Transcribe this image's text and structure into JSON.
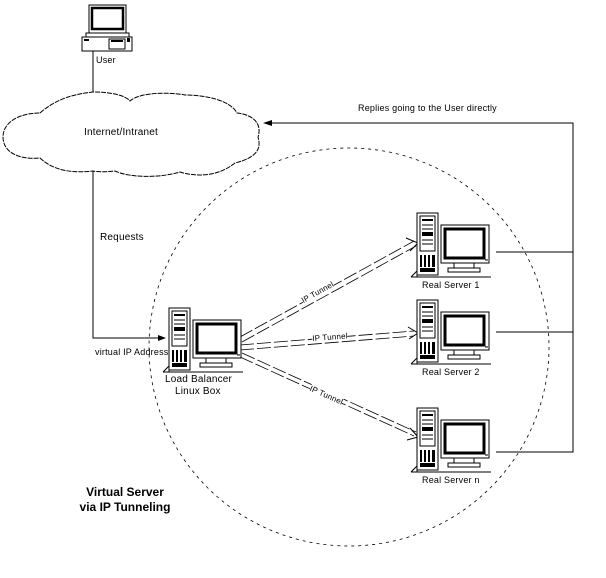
{
  "diagram": {
    "title_line1": "Virtual Server",
    "title_line2": "via IP Tunneling",
    "nodes": {
      "user": {
        "label": "User",
        "icon": "desktop-computer-icon"
      },
      "internet": {
        "label": "Internet/Intranet",
        "icon": "cloud-icon"
      },
      "load_balancer": {
        "label_line1": "Load Balancer",
        "label_line2": "Linux Box",
        "icon": "tower-workstation-icon"
      },
      "servers": [
        {
          "label": "Real Server 1",
          "icon": "tower-workstation-icon"
        },
        {
          "label": "Real Server 2",
          "icon": "tower-workstation-icon"
        },
        {
          "label": "Real Server n",
          "icon": "tower-workstation-icon"
        }
      ]
    },
    "edges": {
      "requests": "Requests",
      "virtual_ip": "virtual IP Address",
      "replies": "Replies going to the User directly",
      "tunnels": [
        "IP Tunnel",
        "IP Tunnel",
        "IP Tunnel"
      ]
    },
    "colors": {
      "stroke": "#000000",
      "background": "#ffffff"
    }
  }
}
